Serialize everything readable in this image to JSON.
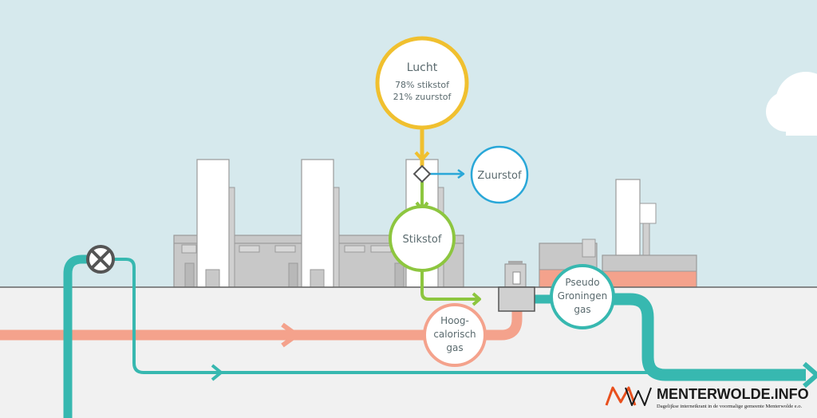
{
  "air": {
    "title": "Lucht",
    "line1": "78% stikstof",
    "line2": "21% zuurstof"
  },
  "oxygen": {
    "label": "Zuurstof"
  },
  "nitrogen": {
    "label": "Stikstof"
  },
  "high_cal_gas": {
    "line1": "Hoog-",
    "line2": "calorisch",
    "line3": "gas"
  },
  "pseudo_gas": {
    "line1": "Pseudo",
    "line2": "Groningen",
    "line3": "gas"
  },
  "watermark": {
    "logo": "MW",
    "name": "MENTERWOLDE.INFO",
    "tagline": "Dagelijkse internetkrant in de voormalige gemeente Menterwolde e.o."
  },
  "colors": {
    "sky": "#d6e9ed",
    "ground": "#f1f1f1",
    "air": "#f0c02f",
    "nitrogen": "#8dc63f",
    "oxygen": "#29a7d8",
    "high_cal_gas": "#f4a28c",
    "pseudo_gas": "#37b8b0",
    "building": "#c8c8c8"
  }
}
